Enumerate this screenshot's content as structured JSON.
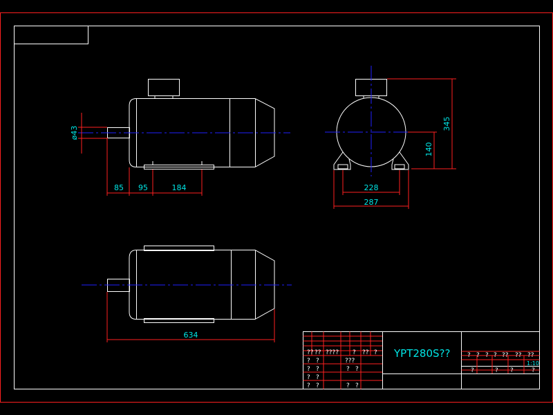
{
  "dimensions": {
    "shaft_dia": "ø43",
    "shaft_len": "85",
    "d2": "95",
    "d3": "184",
    "total_len": "634",
    "height": "345",
    "center_h": "140",
    "foot_inner": "228",
    "foot_outer": "287"
  },
  "title_block": {
    "model": "YPT280S??",
    "scale": "1:10",
    "left_row1": [
      "??",
      "??",
      "????",
      "?",
      "??",
      "?"
    ],
    "left_row2": [
      "?",
      "?",
      "???"
    ],
    "left_row3": [
      "?",
      "?"
    ],
    "left_row4": [
      "?",
      "?",
      "?",
      "?"
    ],
    "left_row5": [
      "?",
      "?",
      "?",
      "?"
    ],
    "right_header": [
      "?",
      "?",
      "?",
      "?",
      "??",
      "??",
      "??"
    ],
    "right_bottom": [
      "?",
      "?",
      "?",
      "?"
    ]
  },
  "colors": {
    "outline": "#ffffff",
    "border": "#ff2020",
    "centerline": "#2020ff",
    "dimension_text": "#00e5e5"
  }
}
